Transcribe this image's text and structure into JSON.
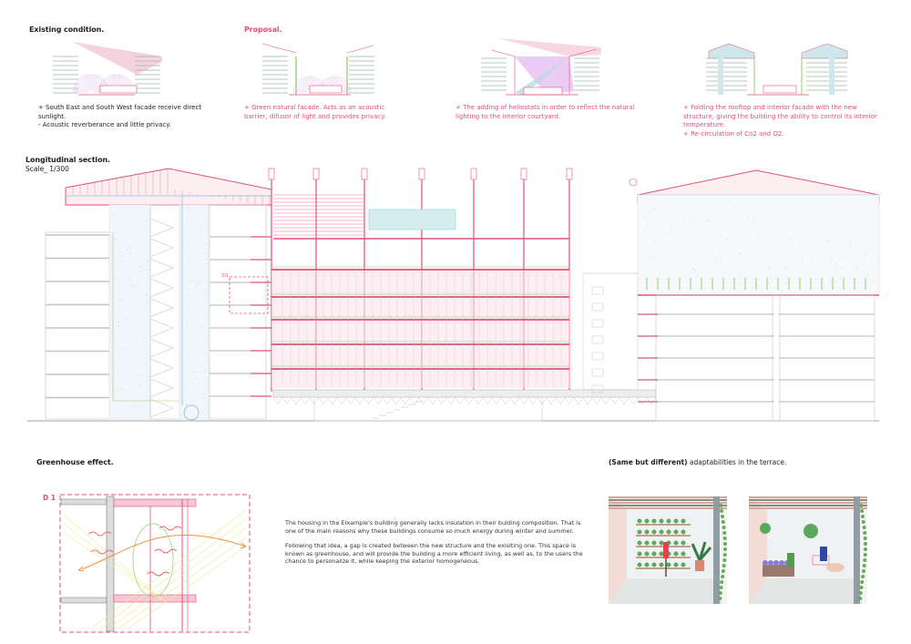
{
  "top_strip": [
    {
      "heading": "Existing condition.",
      "lines": [
        "+ South East and South West facade receive direct sunlight.",
        "- Acoustic reverberance and little privacy."
      ]
    },
    {
      "heading": "Proposal.",
      "lines": [
        "+ Green natural facade. Acts as an acoustic barrier, difusor of light and provides privacy."
      ]
    },
    {
      "heading": "",
      "lines": [
        "+ The adding of heliostats in order to reflect the natural lighting to the interior courtyard."
      ]
    },
    {
      "heading": "",
      "lines": [
        "+ Folding the rooftop and interior facade with the new structure, giving the building the ability to control its interior temperature.",
        "+ Re-circulation of Co2 and O2."
      ]
    }
  ],
  "section": {
    "title": "Longitudinal section.",
    "scale": "Scale_ 1/300",
    "detail_marker": "D1"
  },
  "greenhouse": {
    "title": "Greenhouse effect.",
    "detail_label": "D 1",
    "paragraphs": [
      "The housing in the Eixample's building generally lacks insulation in their bulding composition. That is one of the main reasons why these buildings consume so much energy during winter and summer.",
      "Following that idea, a gap is created between the new structure and the exisiting one. This space  is known as greenhouse, and will provide the building a more efficient living, as well as, to the users the chance to personalize it, while keeping the exterior homogeneous."
    ]
  },
  "terrace": {
    "title_bold": "(Same but different)",
    "title_rest": " adaptabilities in the terrace."
  },
  "colors": {
    "accent_pink": "#e0507a",
    "green": "#8fcf6a",
    "blue": "#8fb8d8",
    "grey": "#c4c4c4"
  }
}
